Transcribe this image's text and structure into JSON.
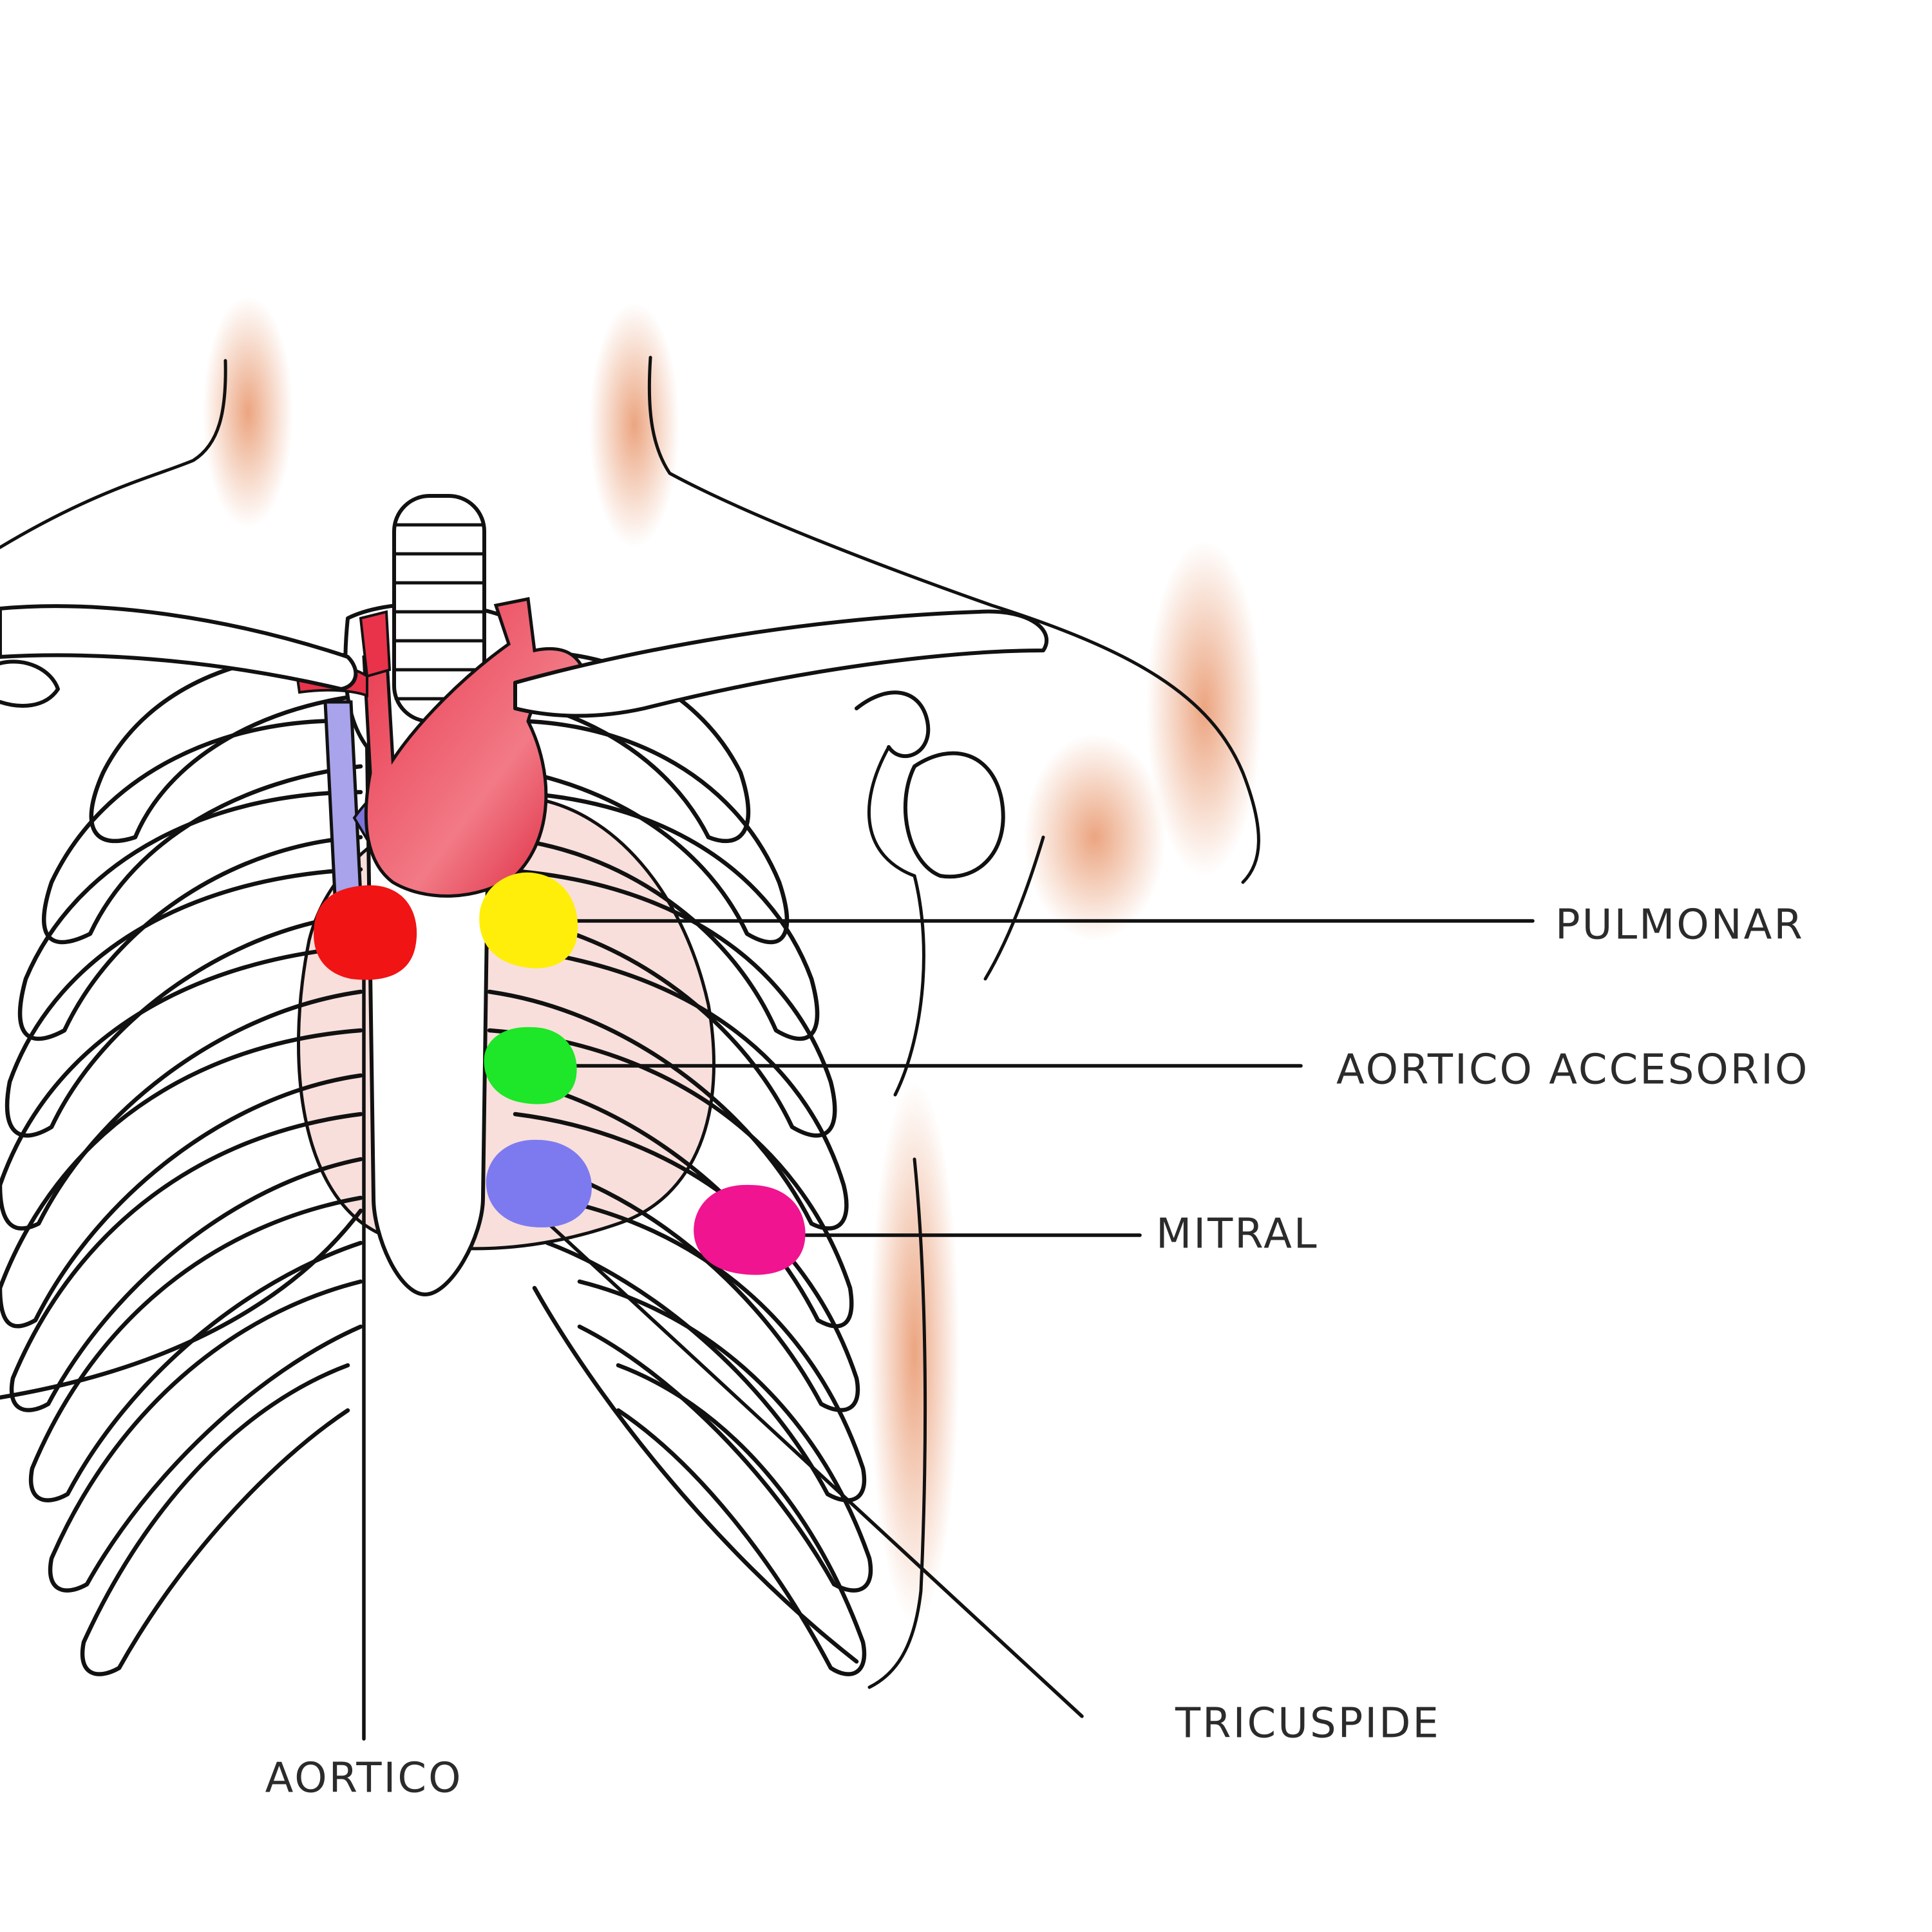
{
  "colors": {
    "background": "#ffffff",
    "outline": "#111111",
    "skin_shade": "#e8956a",
    "heart_fill": "#f6d4cf",
    "artery": "#e8334a",
    "vein": "#7c74d8",
    "label_text": "#2b2b2b"
  },
  "auscultation_points": [
    {
      "key": "aortico",
      "label": "AORTICO",
      "color": "#f01414"
    },
    {
      "key": "pulmonar",
      "label": "PULMONAR",
      "color": "#ffee0a"
    },
    {
      "key": "aortico_accesorio",
      "label": "AORTICO ACCESORIO",
      "color": "#1ee628"
    },
    {
      "key": "tricuspide",
      "label": "TRICUSPIDE",
      "color": "#7d7af0"
    },
    {
      "key": "mitral",
      "label": "MITRAL",
      "color": "#f01490"
    }
  ]
}
